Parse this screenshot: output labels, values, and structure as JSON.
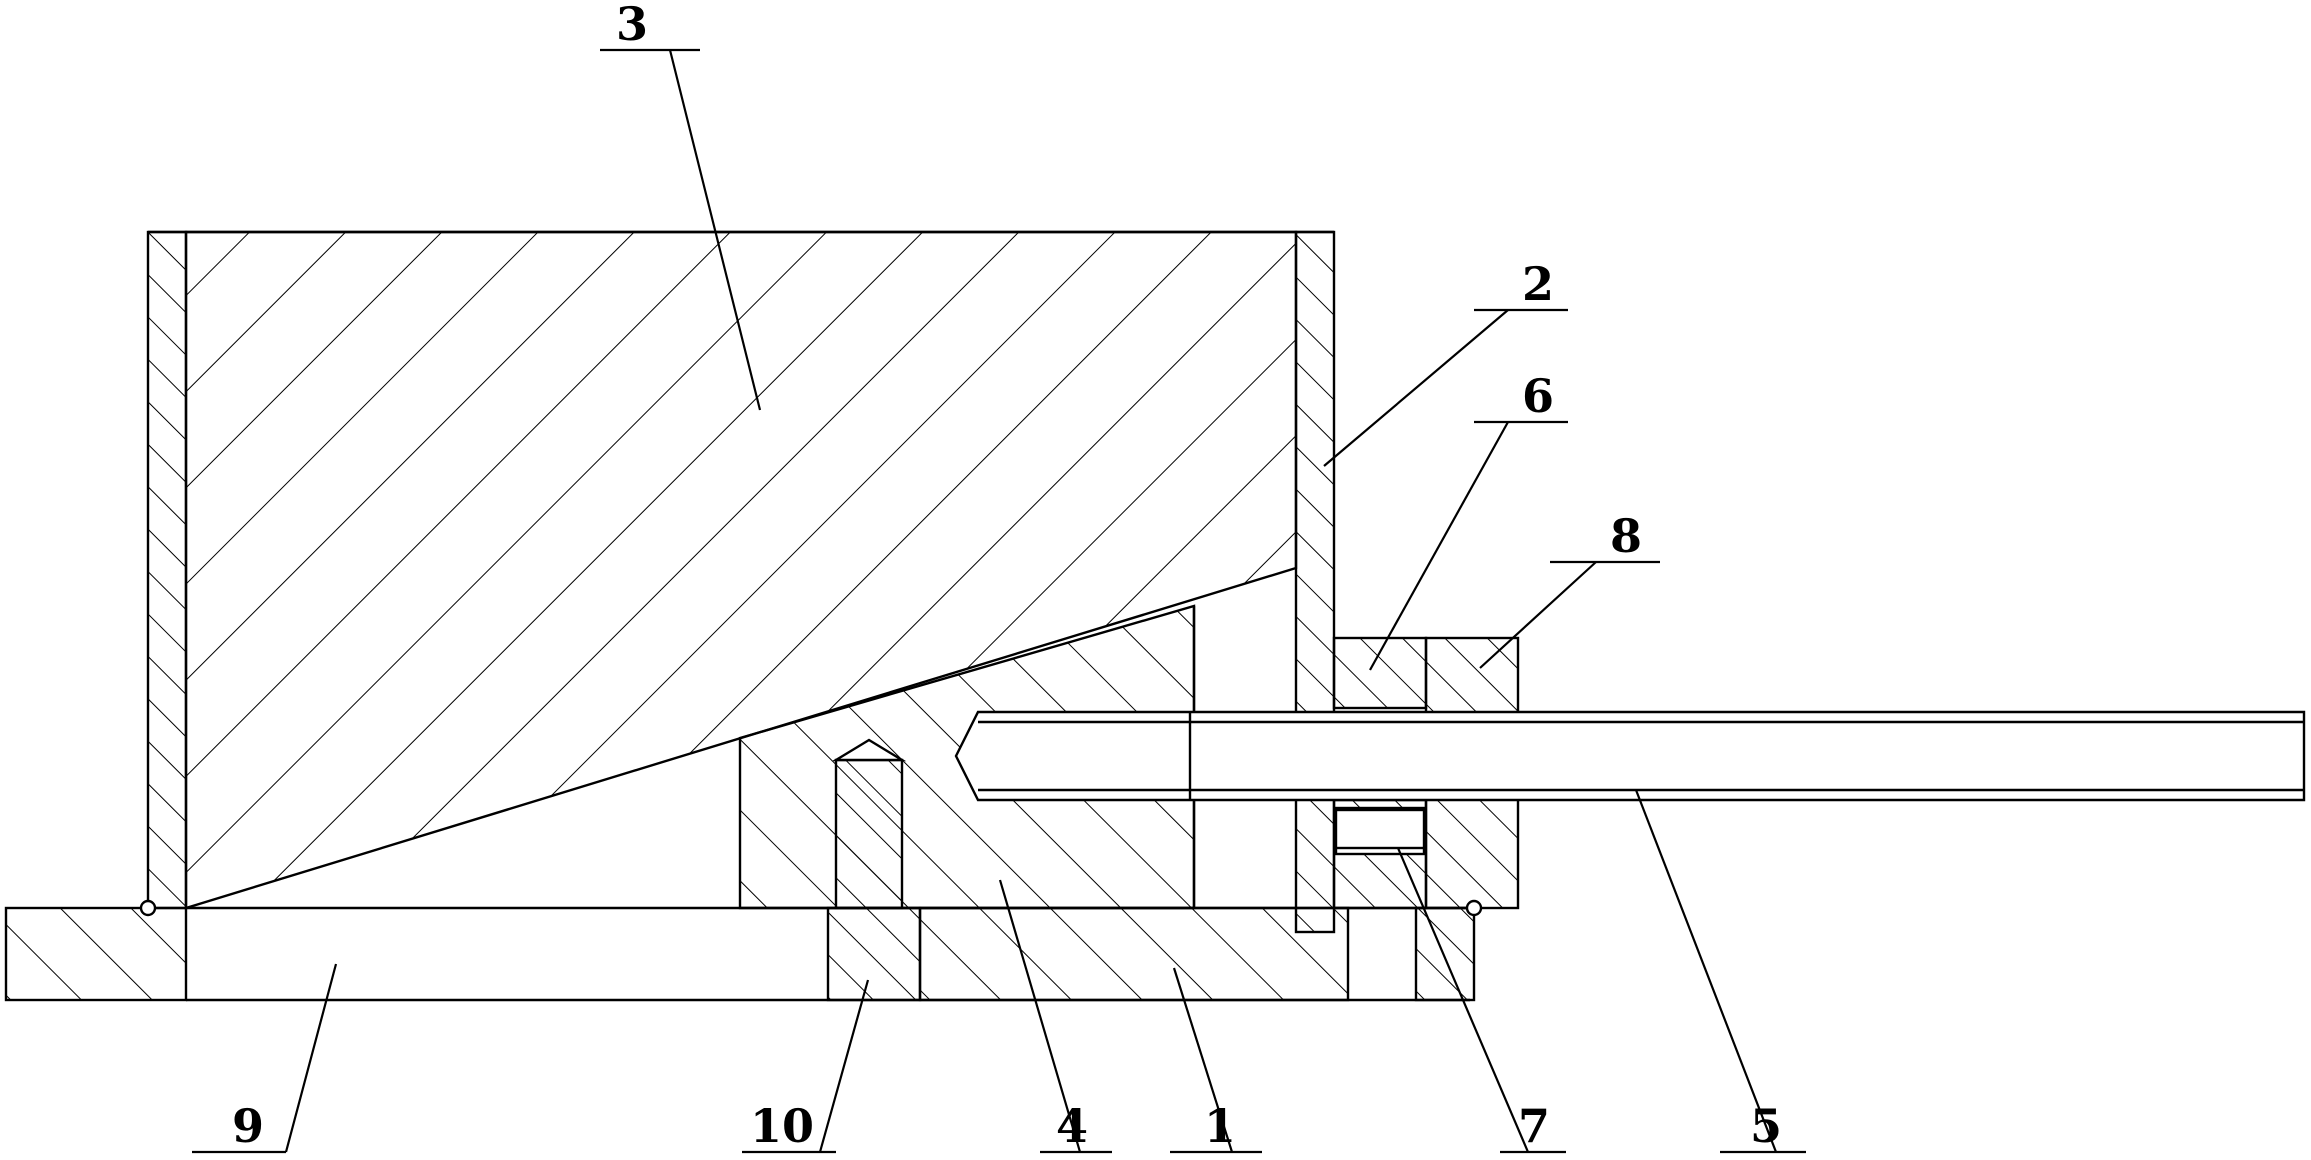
{
  "diagram": {
    "type": "mechanical-section-drawing",
    "labels": [
      {
        "id": "3",
        "text": "3"
      },
      {
        "id": "2",
        "text": "2"
      },
      {
        "id": "6",
        "text": "6"
      },
      {
        "id": "8",
        "text": "8"
      },
      {
        "id": "9",
        "text": "9"
      },
      {
        "id": "10",
        "text": "10"
      },
      {
        "id": "4",
        "text": "4"
      },
      {
        "id": "1",
        "text": "1"
      },
      {
        "id": "7",
        "text": "7"
      },
      {
        "id": "5",
        "text": "5"
      }
    ],
    "colors": {
      "line": "#000000",
      "background": "#ffffff"
    }
  }
}
